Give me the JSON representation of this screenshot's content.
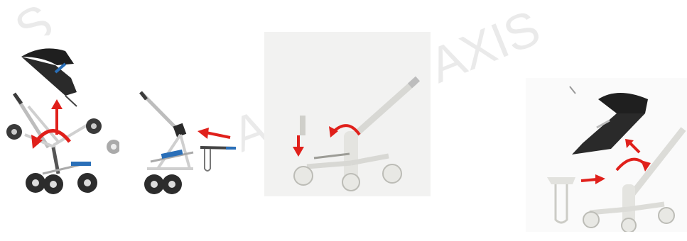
{
  "watermark": {
    "left_text": "S",
    "center_text": "A",
    "right_text": "AXIS"
  },
  "colors": {
    "arrow": "#e0201b",
    "frame_dark": "#3c3c3c",
    "frame_light": "#d8d8d4",
    "seat": "#1f1f1f",
    "accent_blue": "#2a6fb8"
  },
  "panels": [
    {
      "name": "disassembly-step-1",
      "arrows": [
        "up-arrow",
        "curved-arrow"
      ]
    },
    {
      "name": "disassembly-step-2",
      "arrows": [
        "left-arrow"
      ]
    },
    {
      "name": "assembly-step-3",
      "arrows": [
        "down-arrow",
        "curved-arrow"
      ]
    },
    {
      "name": "assembly-step-4",
      "arrows": [
        "right-arrow",
        "curved-arrow",
        "diagonal-arrow"
      ]
    }
  ]
}
